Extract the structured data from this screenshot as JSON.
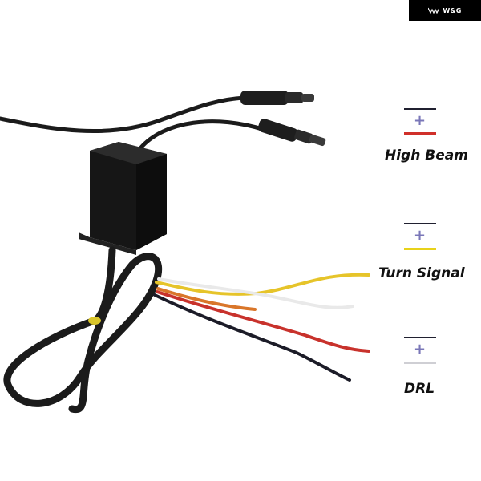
{
  "brand": {
    "text": "W&G",
    "logo_icon": "wing-logo-icon"
  },
  "legend": [
    {
      "label": "High Beam",
      "symbol": "+",
      "negative_color": "#202030",
      "positive_color": "#d0302a"
    },
    {
      "label": "Turn Signal",
      "symbol": "+",
      "negative_color": "#202030",
      "positive_color": "#e8d21a"
    },
    {
      "label": "DRL",
      "symbol": "+",
      "negative_color": "#202030",
      "positive_color": "#cfcfd4"
    }
  ],
  "wires": [
    {
      "name": "yellow-wire",
      "color": "#e6c42a"
    },
    {
      "name": "white-wire",
      "color": "#e9e9e9"
    },
    {
      "name": "red-wire",
      "color": "#c8322c"
    },
    {
      "name": "black-wire",
      "color": "#1c1c28"
    },
    {
      "name": "orange-wire",
      "color": "#d9762a"
    }
  ],
  "cable_color": "#1b1b1b",
  "module_color": "#161616"
}
